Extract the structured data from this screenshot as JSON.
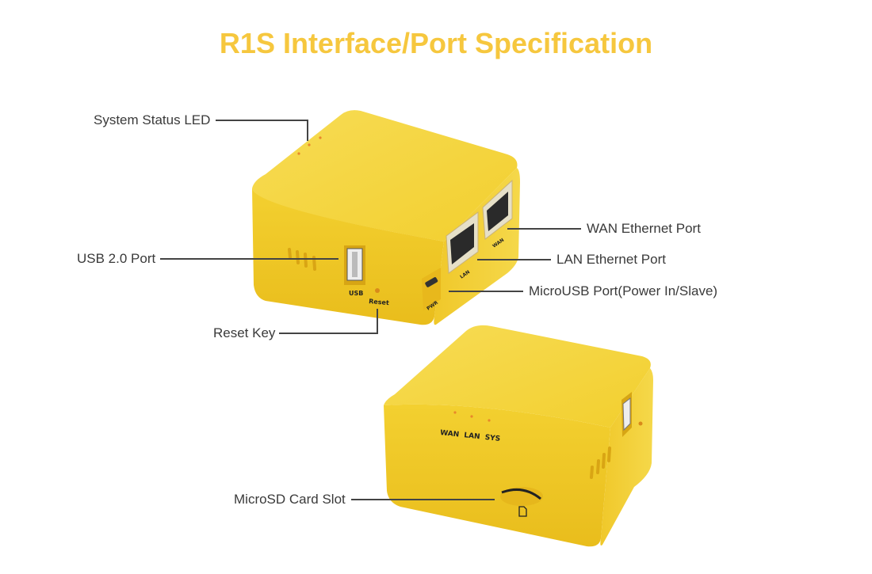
{
  "title": "R1S Interface/Port Specification",
  "callouts": {
    "system_status_led": "System Status LED",
    "usb_port": "USB 2.0 Port",
    "reset_key": "Reset Key",
    "wan_port": "WAN Ethernet Port",
    "lan_port": "LAN Ethernet Port",
    "microusb_port": "MicroUSB Port(Power In/Slave)",
    "microsd_slot": "MicroSD Card Slot"
  },
  "device_markings": {
    "usb": "USB",
    "reset": "Reset",
    "pwr": "PWR",
    "lan": "LAN",
    "wan": "WAN",
    "led_labels": "WAN  LAN  SYS"
  },
  "colors": {
    "title": "#f6c73e",
    "device_body": "#f4d23a",
    "device_shadow": "#e2b21c",
    "leader_line": "#444444"
  }
}
